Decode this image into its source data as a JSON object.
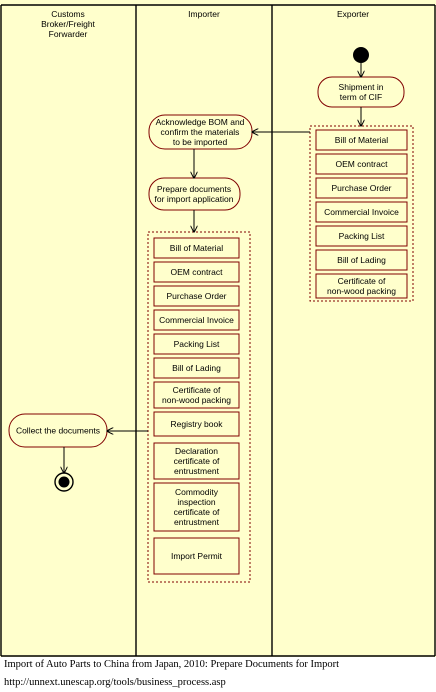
{
  "diagram": {
    "lanes": [
      {
        "id": "customs",
        "label_lines": [
          "Customs",
          "Broker/Freight",
          "Forwarder"
        ]
      },
      {
        "id": "importer",
        "label_lines": [
          "Importer"
        ]
      },
      {
        "id": "exporter",
        "label_lines": [
          "Exporter"
        ]
      }
    ],
    "activities": {
      "shipment": [
        "Shipment in",
        "term of CIF"
      ],
      "acknowledge": [
        "Acknowledge BOM and",
        "confirm the materials",
        "to be imported"
      ],
      "prepare": [
        "Prepare documents",
        "for import application"
      ],
      "collect": [
        "Collect the documents"
      ]
    },
    "exporter_documents": [
      [
        "Bill of Material"
      ],
      [
        "OEM contract"
      ],
      [
        "Purchase Order"
      ],
      [
        "Commercial Invoice"
      ],
      [
        "Packing List"
      ],
      [
        "Bill of Lading"
      ],
      [
        "Certificate of",
        "non-wood packing"
      ]
    ],
    "importer_documents": [
      [
        "Bill of Material"
      ],
      [
        "OEM contract"
      ],
      [
        "Purchase Order"
      ],
      [
        "Commercial Invoice"
      ],
      [
        "Packing List"
      ],
      [
        "Bill of Lading"
      ],
      [
        "Certificate of",
        "non-wood packing"
      ],
      [
        "Registry book"
      ],
      [
        "Declaration",
        "certificate of",
        "entrustment"
      ],
      [
        "Commodity",
        "inspection",
        "certificate of",
        "entrustment"
      ],
      [
        "Import Permit"
      ]
    ],
    "colors": {
      "background": "#ffffcc",
      "box_border": "#800000",
      "group_border": "#800000",
      "lane_border": "#000000",
      "start_node": "#000000"
    }
  },
  "caption": {
    "line1": "Import of Auto Parts to China from Japan, 2010: Prepare Documents for Import",
    "line2": "http://unnext.unescap.org/tools/business_process.asp"
  }
}
